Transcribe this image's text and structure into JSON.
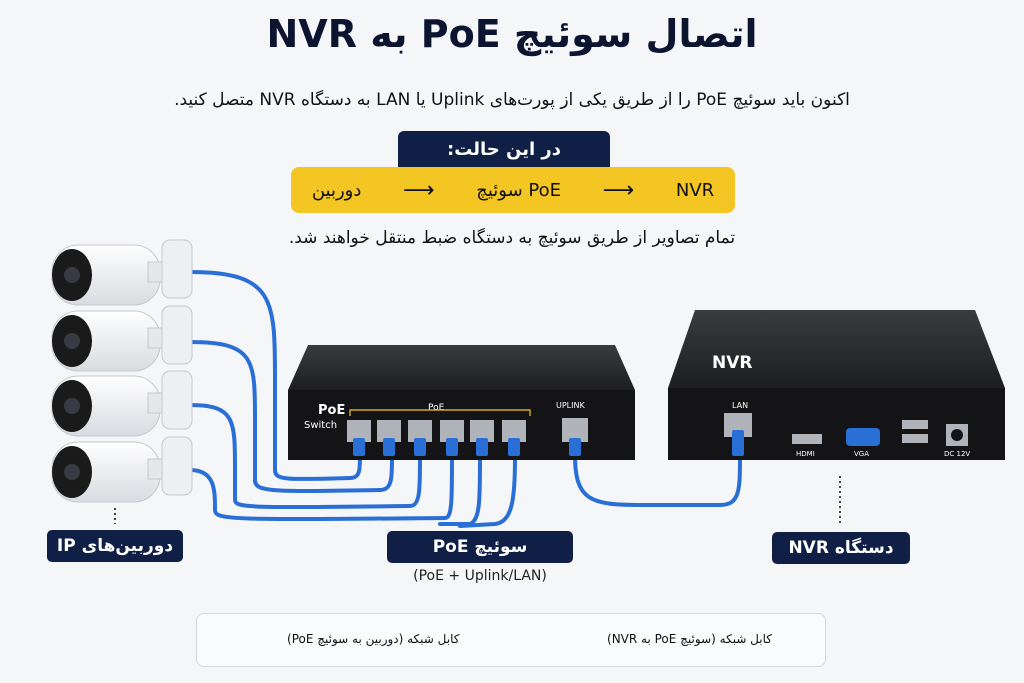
{
  "title": "اتصال سوئیچ PoE به NVR",
  "subtitle": "اکنون باید سوئیچ PoE را از طریق یکی از پورت‌های Uplink یا LAN به دستگاه NVR متصل کنید.",
  "state_label": "در این حالت:",
  "flow": {
    "items": [
      "دوربین",
      "سوئیچ PoE",
      "NVR"
    ],
    "arrow": "⟶"
  },
  "footnote": "تمام تصاویر از طریق سوئیچ به دستگاه ضبط منتقل خواهند شد.",
  "switch_device": {
    "brand_line1": "PoE",
    "brand_line2": "Switch",
    "poe_port_group": "PoE",
    "uplink_label": "UPLINK"
  },
  "nvr_device": {
    "name": "NVR",
    "lan_label": "LAN",
    "hdmi_label": "HDMI",
    "vga_label": "VGA",
    "power_label": "DC 12V"
  },
  "labels": {
    "cameras": "دوربین‌های IP",
    "switch": "سوئیچ PoE",
    "switch_sub": "(PoE + Uplink/LAN)",
    "nvr": "دستگاه NVR"
  },
  "legend": {
    "camera_cable": "کابل شبکه (دوربین به سوئیچ PoE)",
    "nvr_cable": "کابل شبکه (سوئیچ PoE به NVR)"
  },
  "colors": {
    "navy": "#0f1f45",
    "yellow": "#f3c623",
    "cable_blue": "#2a6fd6",
    "device_black": "#1c1c1e"
  }
}
